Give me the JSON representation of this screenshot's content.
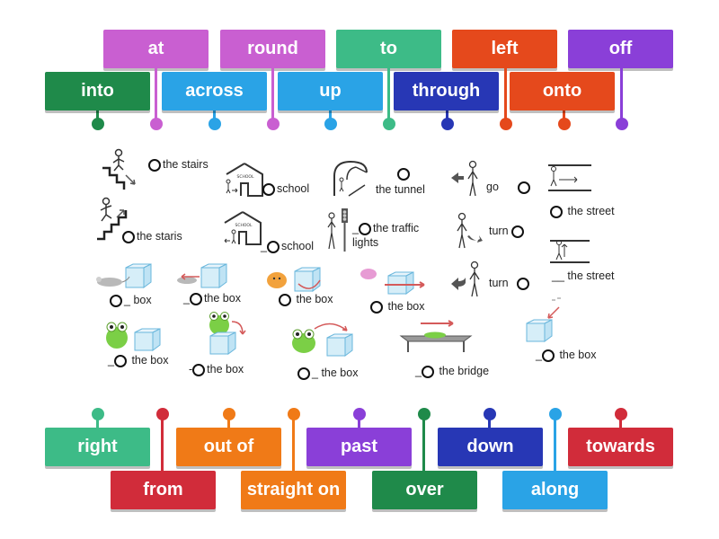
{
  "top_tiles": [
    {
      "label": "at",
      "color": "#c95fd1"
    },
    {
      "label": "round",
      "color": "#c95fd1"
    },
    {
      "label": "to",
      "color": "#3dbb87"
    },
    {
      "label": "left",
      "color": "#e5491c"
    },
    {
      "label": "off",
      "color": "#8a3fd8"
    },
    {
      "label": "into",
      "color": "#1f8a4a"
    },
    {
      "label": "across",
      "color": "#2aa3e6"
    },
    {
      "label": "up",
      "color": "#2aa3e6"
    },
    {
      "label": "through",
      "color": "#2737b5"
    },
    {
      "label": "onto",
      "color": "#e5491c"
    }
  ],
  "bottom_tiles": [
    {
      "label": "right",
      "color": "#3dbb87"
    },
    {
      "label": "out of",
      "color": "#f07a17"
    },
    {
      "label": "past",
      "color": "#8a3fd8"
    },
    {
      "label": "down",
      "color": "#2737b5"
    },
    {
      "label": "towards",
      "color": "#d12c3a"
    },
    {
      "label": "from",
      "color": "#d12c3a"
    },
    {
      "label": "straight on",
      "color": "#f07a17"
    },
    {
      "label": "over",
      "color": "#1f8a4a"
    },
    {
      "label": "along",
      "color": "#2aa3e6"
    }
  ],
  "targets": [
    {
      "text": "the stairs"
    },
    {
      "text": "the staris"
    },
    {
      "text": "school"
    },
    {
      "text": "school"
    },
    {
      "text": "the tunnel"
    },
    {
      "text": "the traffic"
    },
    {
      "text": "lights"
    },
    {
      "text": "go"
    },
    {
      "text": "turn"
    },
    {
      "text": "turn"
    },
    {
      "text": "the street"
    },
    {
      "text": "the street"
    },
    {
      "text": "box"
    },
    {
      "text": "the box"
    },
    {
      "text": "the box"
    },
    {
      "text": "the box"
    },
    {
      "text": "the box"
    },
    {
      "text": "the box"
    },
    {
      "text": "the box"
    },
    {
      "text": "the bridge"
    },
    {
      "text": "the box"
    }
  ],
  "picture_text": {
    "school_sign": "SCHOOL"
  }
}
